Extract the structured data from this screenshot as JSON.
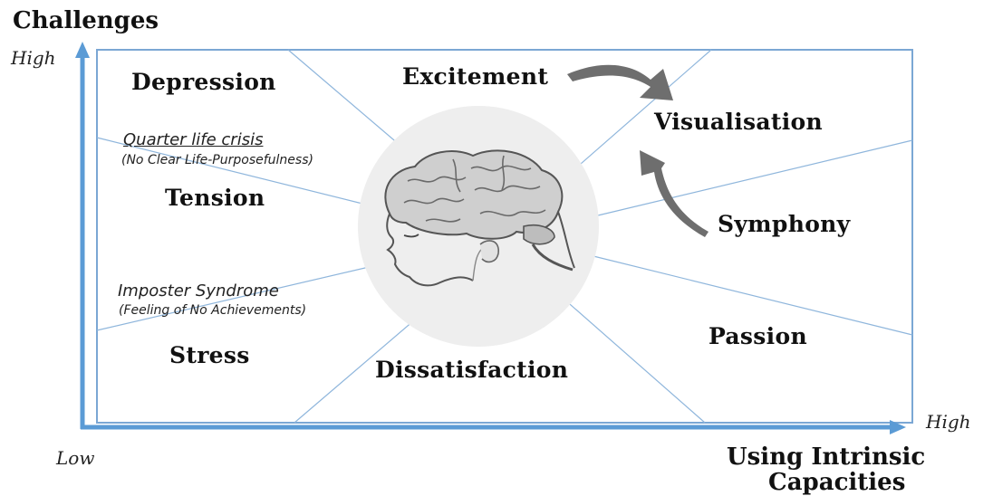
{
  "axes": {
    "y_title": "Challenges",
    "y_high": "High",
    "x_title_line1": "Using Intrinsic",
    "x_title_line2": "Capacities",
    "x_high": "High",
    "x_low": "Low"
  },
  "states": {
    "depression": "Depression",
    "excitement": "Excitement",
    "visualisation": "Visualisation",
    "tension": "Tension",
    "symphony": "Symphony",
    "stress": "Stress",
    "dissatisfaction": "Dissatisfaction",
    "passion": "Passion"
  },
  "notes": {
    "quarter_life": "Quarter life crisis",
    "quarter_life_sub": "(No Clear Life-Purposefulness)",
    "imposter": "Imposter Syndrome",
    "imposter_sub": "(Feeling of No Achievements)"
  },
  "colors": {
    "axis": "#5b9bd5",
    "frame": "#7ba7d4",
    "spoke": "#8fb6dc",
    "arrow": "#6e6e6e",
    "brain_bg": "#eeeeee"
  },
  "icons": {
    "center": "human-head-brain-icon",
    "arrows": "curved-arrow-icon"
  }
}
